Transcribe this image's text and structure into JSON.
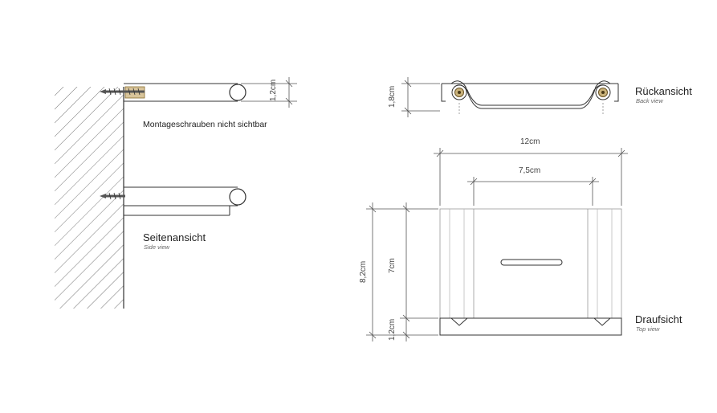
{
  "side_view": {
    "note": "Montageschrauben nicht sichtbar",
    "title": "Seitenansicht",
    "subtitle": "Side view",
    "dim_thickness": "1,2cm"
  },
  "back_view": {
    "title": "Rückansicht",
    "subtitle": "Back view",
    "dim_height": "1,8cm"
  },
  "top_view": {
    "title": "Draufsicht",
    "subtitle": "Top view",
    "dim_width_total": "12cm",
    "dim_width_inner": "7,5cm",
    "dim_depth_total": "8,2cm",
    "dim_depth_tray": "7cm",
    "dim_depth_rail": "1,2cm"
  },
  "colors": {
    "line": "#333333",
    "dim_line": "#555555",
    "screw_wood": "#b89a5a",
    "hatch": "#666666"
  }
}
